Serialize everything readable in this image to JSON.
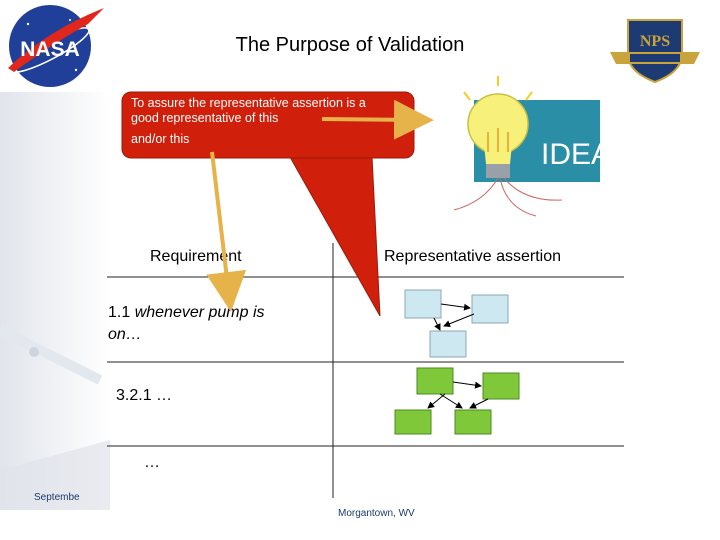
{
  "slide": {
    "title": "The Purpose of Validation",
    "callout": {
      "line1": "To assure the representative assertion is a",
      "line2": "good representative of this",
      "line3": "and/or this"
    },
    "idea_image": {
      "label": "IDEA"
    },
    "logos": {
      "left": "NASA",
      "right": "NPS"
    },
    "table": {
      "headers": [
        "Requirement",
        "Representative assertion"
      ],
      "rows": [
        {
          "requirement_prefix": "1.1 ",
          "requirement_italic": "whenever pump is",
          "requirement_line2": "on…"
        },
        {
          "requirement": "3.2.1 …"
        },
        {
          "requirement": "…"
        }
      ]
    },
    "footer": {
      "left": "Septembe",
      "center": "Morgantown, WV"
    },
    "colors": {
      "callout": "#d0200c",
      "box_blue": "#cde8f0",
      "box_green": "#7ec83a",
      "arrow": "#e6b24a"
    }
  }
}
